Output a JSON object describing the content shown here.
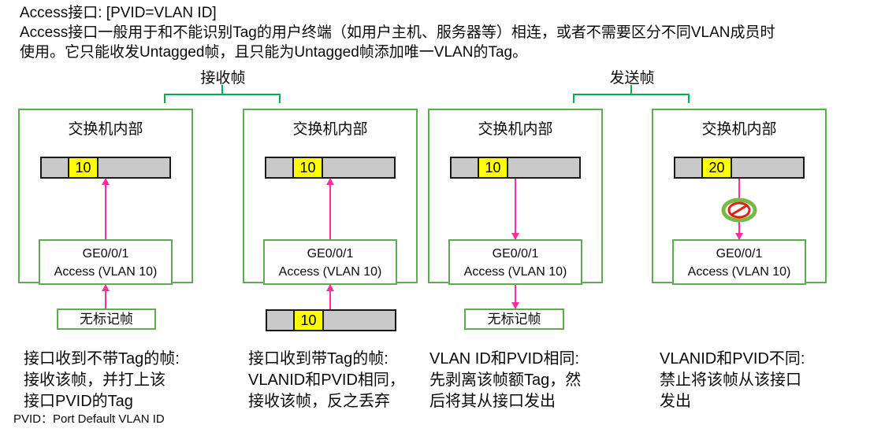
{
  "header": {
    "line1": "Access接口: [PVID=VLAN ID]",
    "line2": "Access接口一般用于和不能识别Tag的用户终端（如用户主机、服务器等）相连，或者不需要区分不同VLAN成员时",
    "line3": "使用。它只能收发Untagged帧，且只能为Untagged帧添加唯一VLAN的Tag。"
  },
  "group_labels": {
    "receive": "接收帧",
    "send": "发送帧"
  },
  "panels": [
    {
      "title": "交换机内部",
      "frame_tag": "10",
      "port_name": "GE0/0/1",
      "port_mode": "Access (VLAN 10)",
      "external_label": "无标记帧",
      "caption": [
        "接口收到不带Tag的帧:",
        "接收该帧，并打上该",
        "接口PVID的Tag"
      ]
    },
    {
      "title": "交换机内部",
      "frame_tag": "10",
      "port_name": "GE0/0/1",
      "port_mode": "Access (VLAN 10)",
      "external_frame_tag": "10",
      "caption": [
        "接口收到带Tag的帧:",
        "VLANID和PVID相同，",
        "接收该帧，反之丢弃"
      ]
    },
    {
      "title": "交换机内部",
      "frame_tag": "10",
      "port_name": "GE0/0/1",
      "port_mode": "Access (VLAN 10)",
      "external_label": "无标记帧",
      "caption": [
        "VLAN ID和PVID相同:",
        "先剥离该帧额Tag，然",
        "后将其从接口发出"
      ]
    },
    {
      "title": "交换机内部",
      "frame_tag": "20",
      "port_name": "GE0/0/1",
      "port_mode": "Access (VLAN 10)",
      "caption": [
        "VLANID和PVID不同:",
        "禁止将该帧从该接口",
        "发出"
      ]
    }
  ],
  "footer": "PVID：Port Default VLAN ID",
  "colors": {
    "panel_border_green": "#5cad4f",
    "bracket_green": "#00b050",
    "arrow_pink": "#ff2d9e",
    "tag_yellow": "#ffff00",
    "frame_gray": "#c9c9c9",
    "prohibit_red": "#dd2211"
  }
}
